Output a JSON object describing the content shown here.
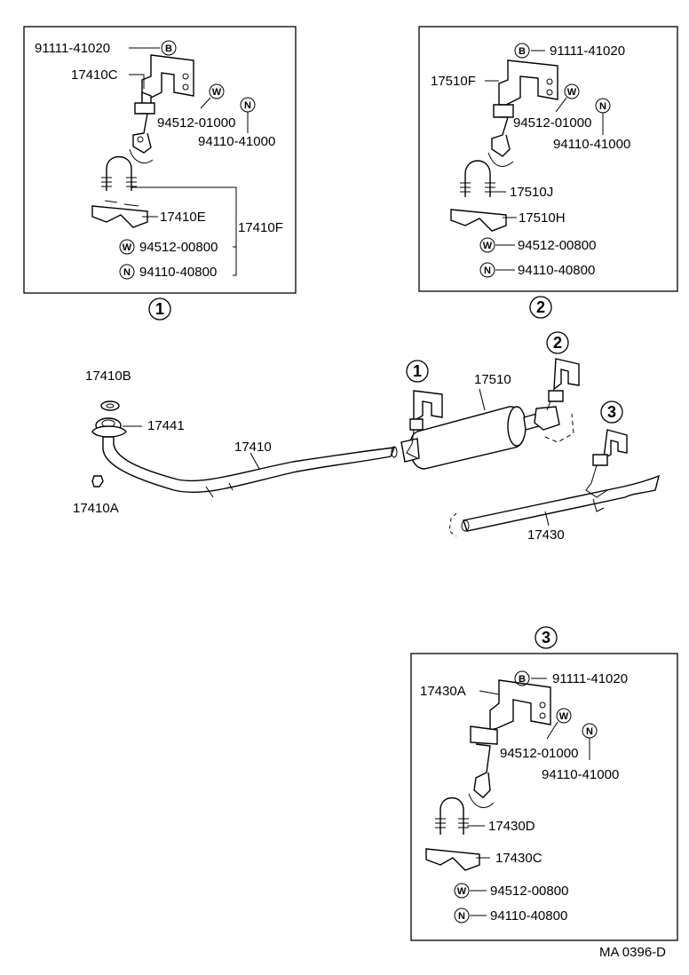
{
  "panel1": {
    "ref": "1",
    "bolt": "91111-41020",
    "bolt_tag": "B",
    "bracket": "17410C",
    "washer_tag": "W",
    "nut_tag": "N",
    "washer": "94512-01000",
    "nut": "94110-41000",
    "clamp_plate": "17410E",
    "clamp_assy": "17410F",
    "washer2": "94512-00800",
    "nut2": "94110-40800"
  },
  "panel2": {
    "ref": "2",
    "bolt": "91111-41020",
    "bolt_tag": "B",
    "bracket": "17510F",
    "washer_tag": "W",
    "nut_tag": "N",
    "washer": "94512-01000",
    "nut": "94110-41000",
    "ubolt": "17510J",
    "clamp_plate": "17510H",
    "washer2": "94512-00800",
    "nut2": "94110-40800"
  },
  "panel3": {
    "ref": "3",
    "bolt": "91111-41020",
    "bolt_tag": "B",
    "bracket": "17430A",
    "washer_tag": "W",
    "nut_tag": "N",
    "washer": "94512-01000",
    "nut": "94110-41000",
    "ubolt": "17430D",
    "clamp_plate": "17430C",
    "washer2": "94512-00800",
    "nut2": "94110-40800"
  },
  "main": {
    "gasket": "17410B",
    "flange": "17441",
    "front_pipe": "17410",
    "nut": "17410A",
    "muffler": "17510",
    "tail_pipe": "17430",
    "ref1": "1",
    "ref2": "2",
    "ref3": "3"
  },
  "footer": {
    "drawing_code": "MA 0396-D"
  }
}
